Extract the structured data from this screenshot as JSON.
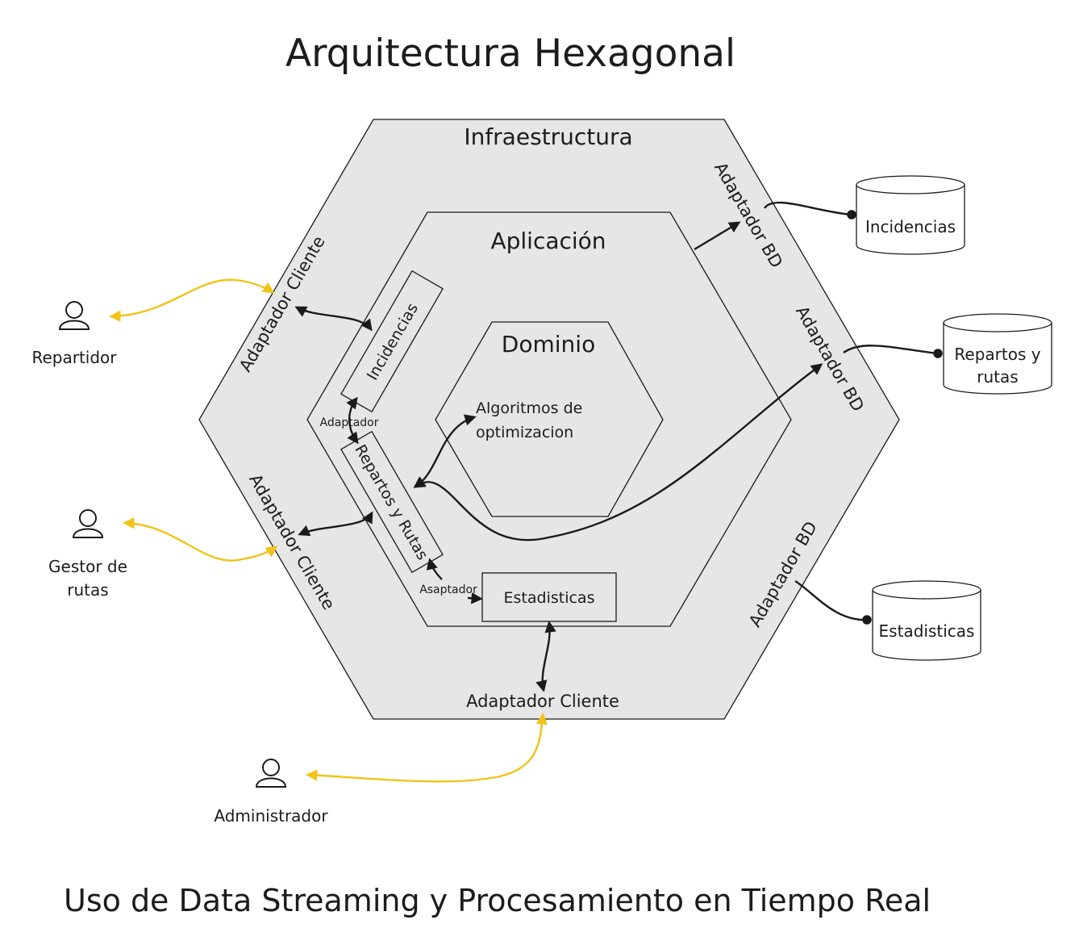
{
  "title": "Arquitectura Hexagonal",
  "footer": "Uso de Data Streaming y Procesamiento en Tiempo Real",
  "layers": {
    "infra": "Infraestructura",
    "app": "Aplicación",
    "domain": "Dominio"
  },
  "domain_text": {
    "line1": "Algoritmos de",
    "line2": "optimizacion"
  },
  "components": {
    "incidencias": "Incidencias",
    "repartos": "Repartos y Rutas",
    "estadisticas": "Estadisticas"
  },
  "small_labels": {
    "adaptador": "Adaptador",
    "asaptador": "Asaptador"
  },
  "adapters": {
    "cliente_top": "Adaptador Cliente",
    "cliente_mid": "Adaptador Cliente",
    "cliente_bottom": "Adaptador Cliente",
    "bd_1": "Adaptador BD",
    "bd_2": "Adaptador BD",
    "bd_3": "Adaptador BD"
  },
  "databases": {
    "incidencias": "Incidencias",
    "repartos_1": "Repartos y",
    "repartos_2": "rutas",
    "estadisticas": "Estadisticas"
  },
  "actors": {
    "repartidor": "Repartidor",
    "gestor_1": "Gestor de",
    "gestor_2": "rutas",
    "administrador": "Administrador"
  },
  "colors": {
    "hex_fill": "#e6e6e6",
    "stroke": "#1a1a1a",
    "actor_link": "#f2c318"
  }
}
